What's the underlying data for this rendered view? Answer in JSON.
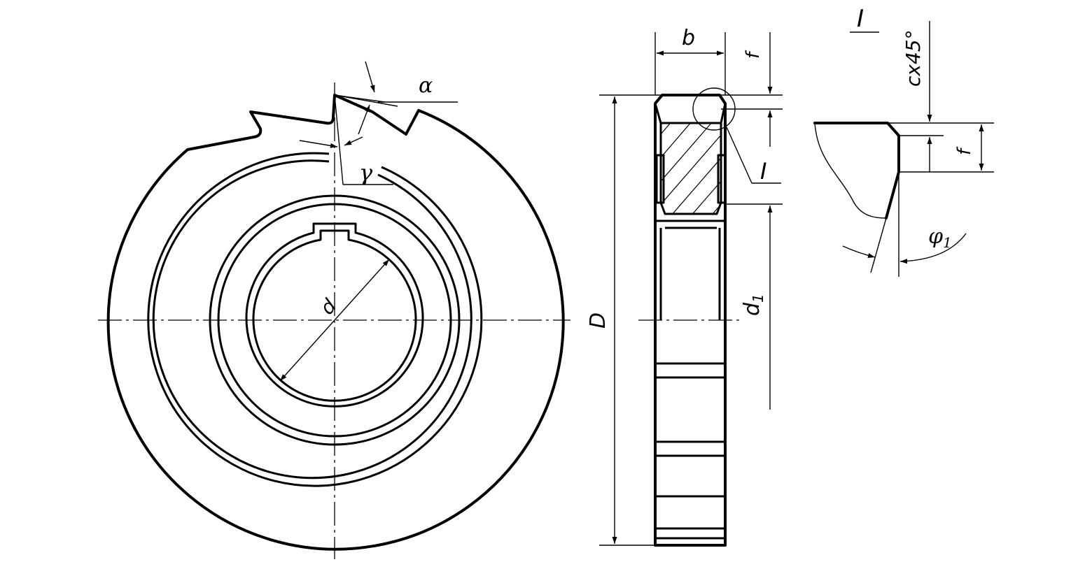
{
  "labels": {
    "alpha": "α",
    "gamma": "γ",
    "d": "d",
    "D": "D",
    "b": "b",
    "f_top": "f",
    "detail_ref": "I",
    "d1": "d",
    "d1_sub": "1",
    "detail_title": "I",
    "chamfer": "cx45°",
    "f_detail": "f",
    "phi": "φ",
    "phi_sub": "1"
  }
}
